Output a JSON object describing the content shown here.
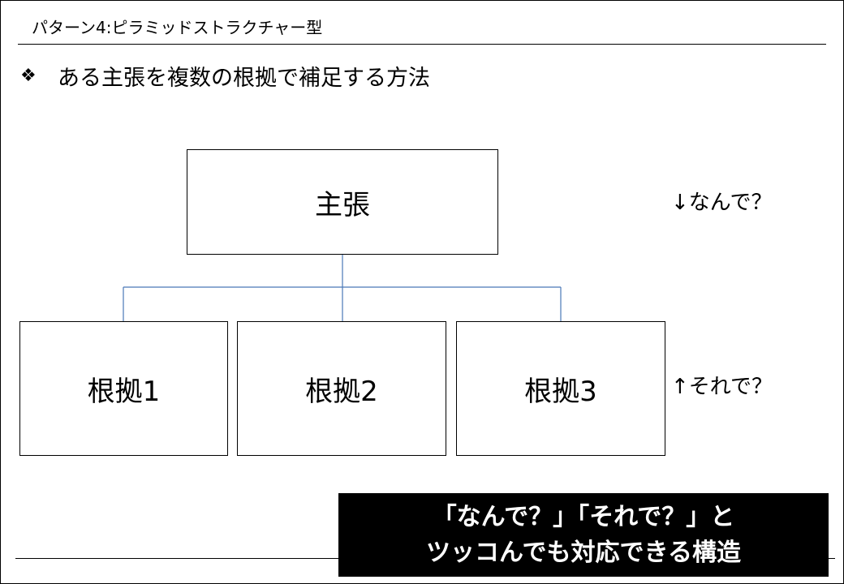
{
  "slide": {
    "header_title": "パターン4:ピラミッドストラクチャー型",
    "bullet_text": "ある主張を複数の根拠で補足する方法"
  },
  "diagram": {
    "top_node": "主張",
    "child_nodes": [
      "根拠1",
      "根拠2",
      "根拠3"
    ],
    "label_down": "↓なんで？",
    "label_up": "↑それで？",
    "connector_color": "#4a78b8"
  },
  "callout": {
    "line1": "「なんで？」「それで？」と",
    "line2": "ツッコんでも対応できる構造"
  }
}
